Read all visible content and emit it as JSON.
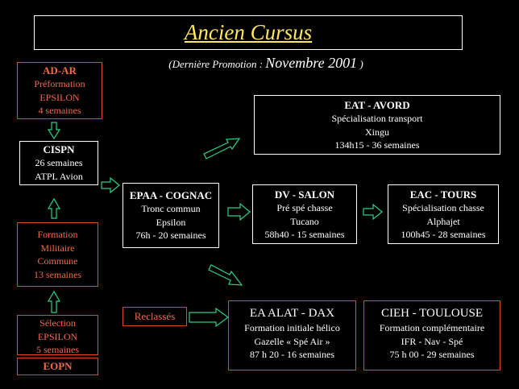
{
  "title": "Ancien Cursus",
  "subtitle": {
    "prefix": "(Dernière Promotion : ",
    "date": "Novembre 2001",
    "suffix": " )"
  },
  "boxes": {
    "adar": {
      "title": "AD-AR",
      "lines": [
        "Préformation",
        "EPSILON",
        "4 semaines"
      ]
    },
    "cispn": {
      "title": "CISPN",
      "lines": [
        "26 semaines",
        "ATPL Avion"
      ]
    },
    "fmc": {
      "lines": [
        "Formation",
        "Militaire",
        "Commune",
        "13 semaines"
      ]
    },
    "selection": {
      "lines": [
        "Sélection",
        "EPSILON",
        "5 semaines"
      ]
    },
    "eopn": {
      "title": "EOPN"
    },
    "epaa": {
      "title": "EPAA - COGNAC",
      "lines": [
        "Tronc commun",
        "Epsilon",
        "76h - 20 semaines"
      ]
    },
    "eat": {
      "title": "EAT - AVORD",
      "lines": [
        "Spécialisation transport",
        "Xingu",
        "134h15 - 36 semaines"
      ]
    },
    "dv": {
      "title": "DV - SALON",
      "lines": [
        "Pré spé chasse",
        "Tucano",
        "58h40 - 15 semaines"
      ]
    },
    "eac": {
      "title": "EAC - TOURS",
      "lines": [
        "Spécialisation chasse",
        "Alphajet",
        "100h45 - 28 semaines"
      ]
    },
    "reclasses": {
      "title": "Reclassés"
    },
    "alat": {
      "title": "EA ALAT - DAX",
      "lines": [
        "Formation initiale hélico",
        "Gazelle « Spé Air »",
        "87 h 20 - 16 semaines"
      ]
    },
    "cieh": {
      "title": "CIEH - TOULOUSE",
      "lines": [
        "Formation complémentaire",
        "IFR - Nav - Spé",
        "75 h 00 - 29 semaines"
      ]
    }
  },
  "colors": {
    "title": "#ffe85a",
    "orange": "#e0452b",
    "green": "#2ecf86",
    "white": "#ffffff",
    "background": "#000000"
  }
}
